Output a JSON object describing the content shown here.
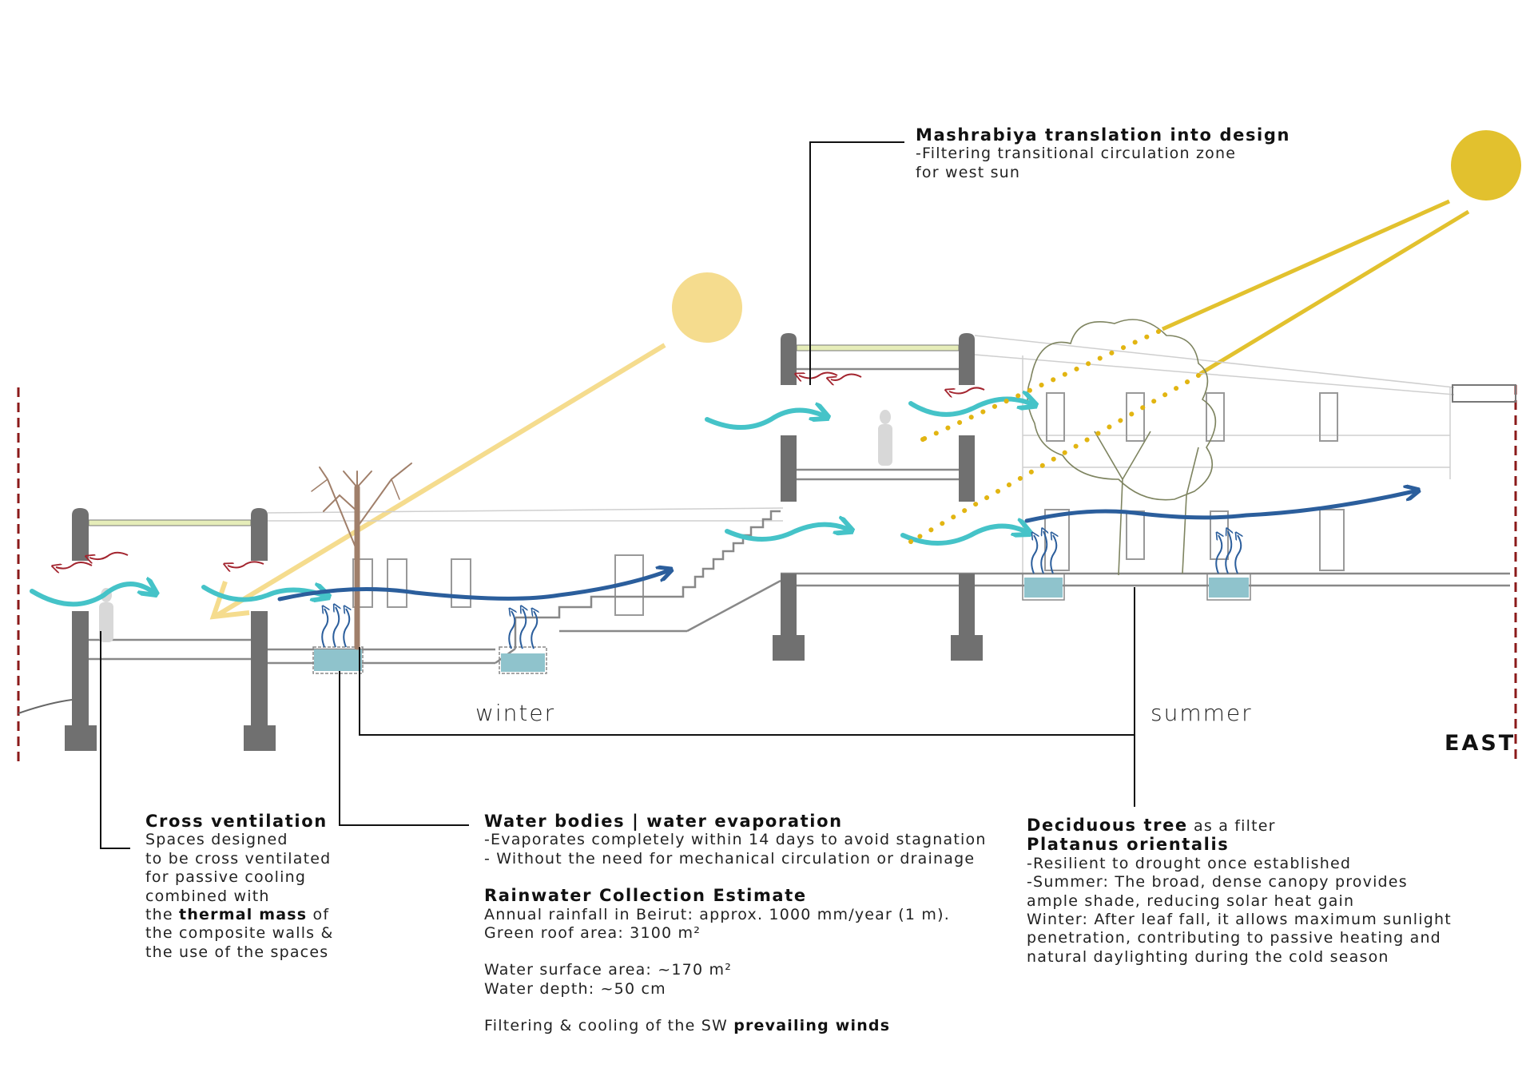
{
  "labels": {
    "winter": "winter",
    "summer": "summer",
    "east": "EAST"
  },
  "mashrabiya": {
    "title": "Mashrabiya translation into design",
    "lines": [
      "-Filtering transitional circulation zone",
      "for west sun"
    ]
  },
  "cross_ventilation": {
    "title": "Cross ventilation",
    "lines": [
      "Spaces designed",
      "to be cross ventilated",
      "for passive cooling",
      "combined with"
    ],
    "line5_pre": "the ",
    "line5_bold": "thermal mass",
    "line5_post": " of",
    "lines_after": [
      "the composite walls &",
      "the use of the spaces"
    ]
  },
  "water_bodies": {
    "title": "Water bodies | water evaporation",
    "lines": [
      "-Evaporates completely within 14 days to avoid stagnation",
      "- Without the need for mechanical circulation or drainage"
    ],
    "rainwater_title": "Rainwater Collection Estimate",
    "rainfall": "Annual rainfall in Beirut: approx. 1000 mm/year (1 m).",
    "green_roof": "Green roof area: 3100 m²",
    "surface_area": "Water surface area: ~170 m²",
    "depth": "Water depth: ~50 cm",
    "filter_pre": "Filtering & cooling of the SW ",
    "filter_bold": "prevailing winds"
  },
  "deciduous_tree": {
    "title_bold": "Deciduous tree",
    "title_rest": " as a filter",
    "species": "Platanus orientalis",
    "lines": [
      "-Resilient to drought once established",
      "-Summer: The broad, dense canopy provides",
      "ample shade, reducing solar heat gain",
      "Winter: After leaf fall, it allows maximum sunlight",
      "penetration, contributing to passive heating and",
      "natural daylighting during the cold season"
    ]
  },
  "colors": {
    "winter_sun": "#F5DC8E",
    "summer_sun": "#E2C12E",
    "cool_breeze": "#45C3C8",
    "prevailing_wind": "#2B5E9C",
    "hot_air": "#A3242E",
    "boundary": "#8B1A1A",
    "structure": "#707070",
    "water": "#8FC3CC",
    "tree_trunk": "#A07F6A",
    "canopy": "#7E8460"
  }
}
